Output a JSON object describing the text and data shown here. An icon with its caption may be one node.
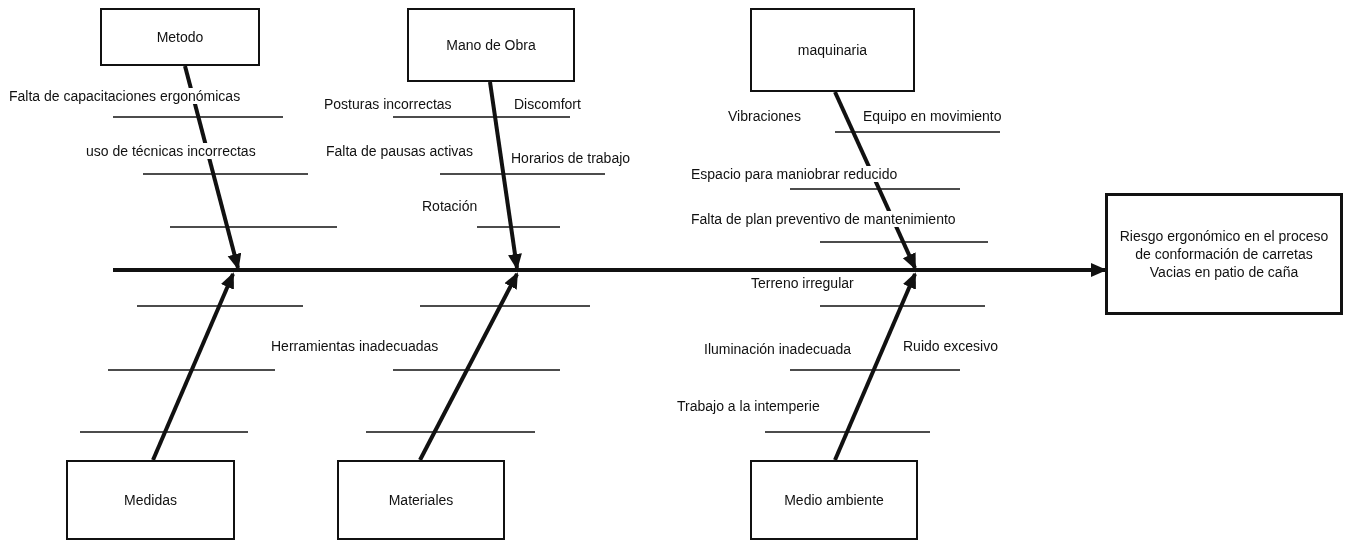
{
  "diagram": {
    "nodes": [
      {
        "text": [
          "Metodo"
        ]
      },
      {
        "text": [
          "Mano de Obra"
        ]
      },
      {
        "text": [
          "maquinaria"
        ]
      },
      {
        "text": [
          "Medidas"
        ]
      },
      {
        "text": [
          "Materiales"
        ]
      },
      {
        "text": [
          "Medio ambiente"
        ]
      },
      {
        "text": [
          "Riesgo ergonómico en el proceso de conformación de carretas Vacias en patio de caña"
        ]
      }
    ],
    "edges": [
      {
        "from": 0,
        "to": null,
        "arrow": "to"
      },
      {
        "from": 1,
        "to": null,
        "arrow": "to"
      },
      {
        "from": 2,
        "to": null,
        "arrow": "to"
      },
      {
        "from": 3,
        "to": null,
        "arrow": "to"
      },
      {
        "from": 4,
        "to": null,
        "arrow": "to"
      },
      {
        "from": 5,
        "to": null,
        "arrow": "to"
      },
      {
        "from": null,
        "to": 6,
        "arrow": "to"
      }
    ],
    "labels": [
      "Falta de capacitaciones ergonómicas",
      "Posturas incorrectas",
      "Discomfort",
      "Vibraciones",
      "Equipo en movimiento",
      "uso de técnicas incorrectas",
      "Falta de pausas activas",
      "Horarios de trabajo",
      "Espacio para maniobrar reducido",
      "Rotación",
      "Falta de plan preventivo de mantenimiento",
      "Terreno irregular",
      "Herramientas inadecuadas",
      "Iluminación inadecuada",
      "Ruido excesivo",
      "Trabajo a la intemperie"
    ]
  }
}
